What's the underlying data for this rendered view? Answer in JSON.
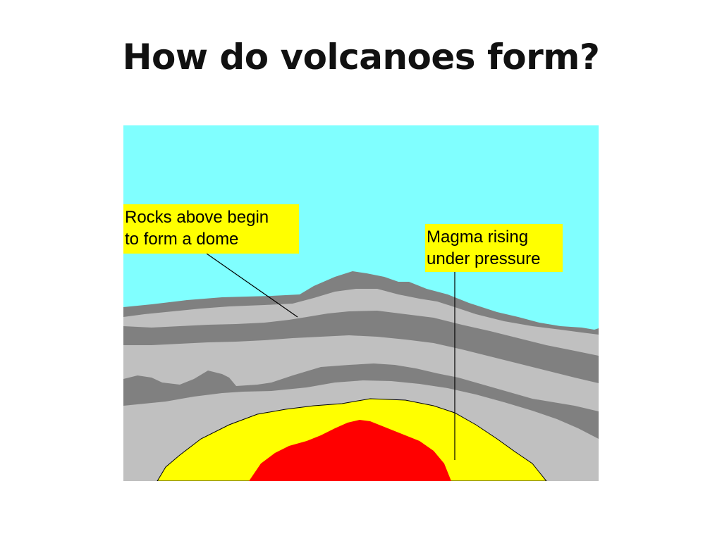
{
  "slide": {
    "title": "How do volcanoes form?"
  },
  "diagram": {
    "callouts": {
      "dome": "Rocks above begin\nto form a dome",
      "magma": "Magma rising\nunder pressure"
    },
    "colors": {
      "sky": "#80ffff",
      "rock_dark": "#808080",
      "rock_light": "#c0c0c0",
      "rock_mid": "#a6a6a6",
      "magma_outer": "#ffff00",
      "magma_core": "#ff0000",
      "callout_bg": "#ffff00"
    }
  }
}
